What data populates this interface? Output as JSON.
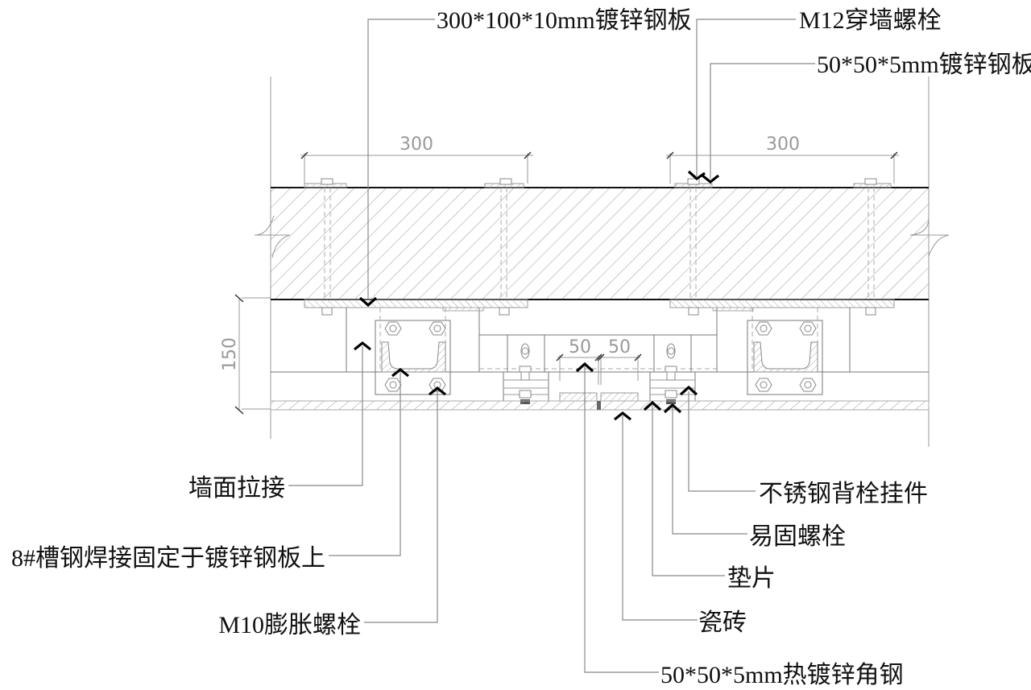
{
  "drawing": {
    "title": "干挂瓷砖墙面节点详图",
    "dimensions": {
      "left_span": "300",
      "right_span": "300",
      "depth": "150",
      "angle_left": "50",
      "angle_right": "50"
    },
    "top_labels": {
      "steel_plate": "300*100*10mm镀锌钢板",
      "wall_bolt": "M12穿墙螺栓",
      "small_plate": "50*50*5mm镀锌钢板"
    },
    "left_labels": {
      "wall_tie": "墙面拉接",
      "channel_steel": "8#槽钢焊接固定于镀锌钢板上",
      "expansion_bolt": "M10膨胀螺栓"
    },
    "right_labels": {
      "back_bolt_hanger": "不锈钢背栓挂件",
      "easy_bolt": "易固螺栓",
      "gasket": "垫片",
      "tile": "瓷砖",
      "angle_steel": "50*50*5mm热镀锌角钢"
    },
    "colors": {
      "line": "#111111",
      "thin_line": "#999999",
      "leader": "#888888",
      "hatch": "#aaaaaa",
      "background": "#ffffff"
    }
  }
}
